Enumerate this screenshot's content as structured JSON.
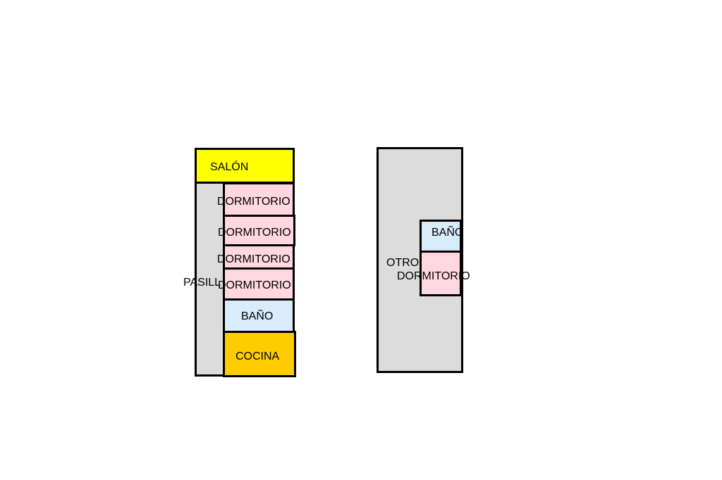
{
  "plan_left": {
    "salon": "SALÓN",
    "pasillo": "PASILL",
    "dormitorios": [
      "DORMITORIO",
      "DORMITORIO",
      "DORMITORIO",
      "DORMITORIO"
    ],
    "bano": "BAÑO",
    "cocina": "COCINA"
  },
  "plan_right": {
    "bano": "BAÑO",
    "otro": "OTRO",
    "dormitorio": "DORMITORIO"
  },
  "colors": {
    "salon": "#ffff00",
    "pasillo": "#dcdcdc",
    "dormitorio": "#ffd7e0",
    "bano": "#d9ecfb",
    "cocina": "#ffcc00"
  }
}
